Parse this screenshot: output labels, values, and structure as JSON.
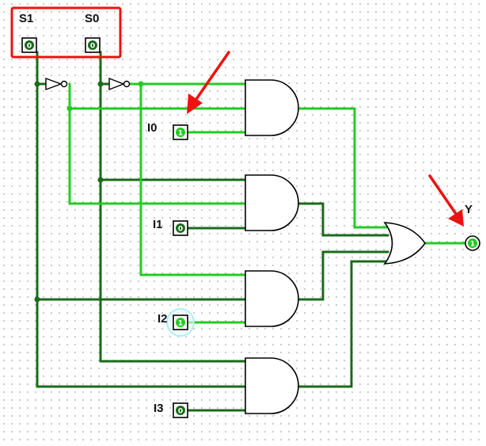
{
  "colors": {
    "wire_low": "#1a6b1a",
    "wire_high": "#22cc22",
    "pin_green": "#1a8a1a",
    "arrow_red": "#ee1111",
    "highlight_red": "#ee1111",
    "hover_ring": "#aef0f0"
  },
  "inputs": {
    "s1": {
      "label": "S1",
      "value": "0"
    },
    "s0": {
      "label": "S0",
      "value": "0"
    },
    "i0": {
      "label": "I0",
      "value": "1"
    },
    "i1": {
      "label": "I1",
      "value": "0"
    },
    "i2": {
      "label": "I2",
      "value": "1"
    },
    "i3": {
      "label": "I3",
      "value": "0"
    }
  },
  "output": {
    "y": {
      "label": "Y",
      "value": "1"
    }
  }
}
